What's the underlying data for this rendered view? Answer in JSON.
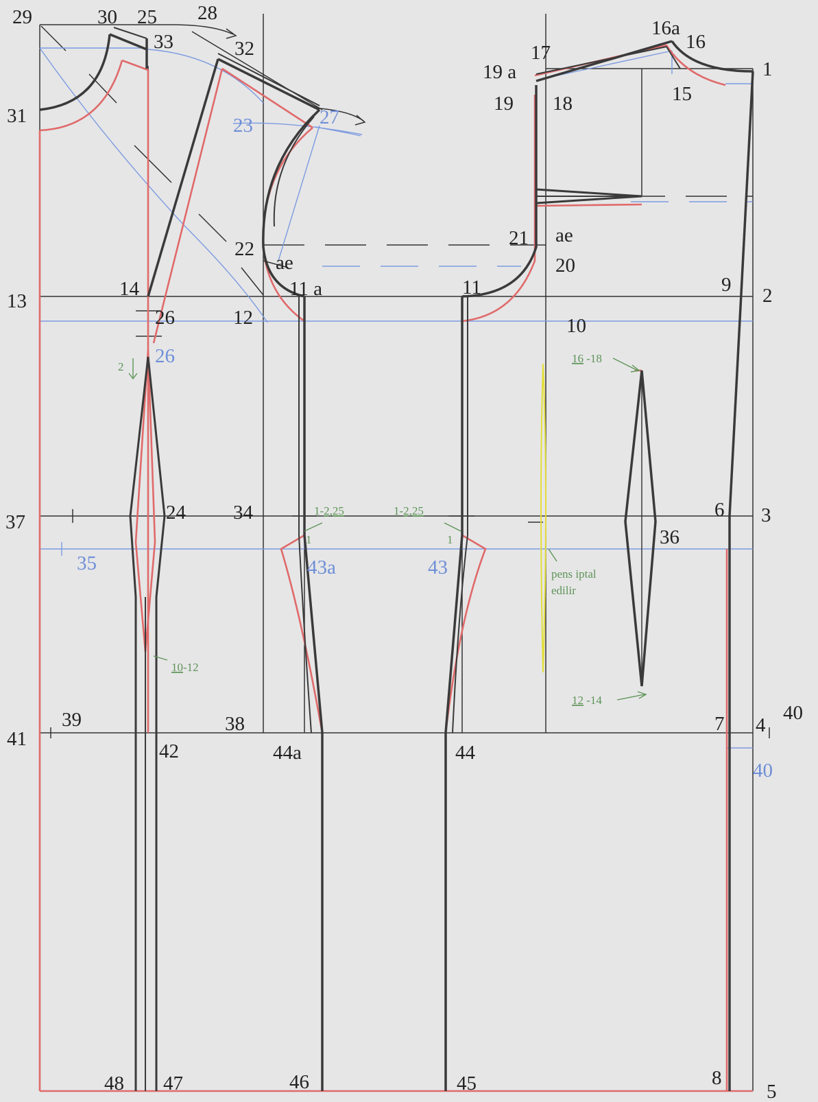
{
  "labels": {
    "p29": "29",
    "p30": "30",
    "p25": "25",
    "p28": "28",
    "p33": "33",
    "p32": "32",
    "p31": "31",
    "p27": "27",
    "p23": "23",
    "p22": "22",
    "ae1": "ae",
    "p11a": "11 a",
    "p12": "12",
    "p13": "13",
    "p14": "14",
    "p26": "26",
    "p26b": "26",
    "p11": "11",
    "p9": "9",
    "p2": "2",
    "p10": "10",
    "p21": "21",
    "ae2": "ae",
    "p20": "20",
    "p17": "17",
    "p16a": "16a",
    "p16": "16",
    "p1": "1",
    "p19a": "19 a",
    "p19": "19",
    "p18": "18",
    "p15": "15",
    "p37": "37",
    "p35": "35",
    "p24": "24",
    "p34": "34",
    "p43a": "43a",
    "p43": "43",
    "p6": "6",
    "p3": "3",
    "p36": "36",
    "p39": "39",
    "p41": "41",
    "p42": "42",
    "p38": "38",
    "p44a": "44a",
    "p44": "44",
    "p7": "7",
    "p4": "4",
    "p40": "40",
    "p40b": "40",
    "p48": "48",
    "p47": "47",
    "p46": "46",
    "p45": "45",
    "p8": "8",
    "p5": "5"
  },
  "notes": {
    "n2": "2",
    "n10_12_a": "10",
    "n10_12_b": "-12",
    "n16_18_a": "16",
    "n16_18_b": " -18",
    "n12_14_a": "12",
    "n12_14_b": " -14",
    "n1a": "1-",
    "n1a_b": "2,25",
    "n1b": "1-",
    "n1b_b": "2,25",
    "one_a": "1",
    "one_b": "1",
    "pens1": "pens iptal",
    "pens2": "edilir"
  }
}
